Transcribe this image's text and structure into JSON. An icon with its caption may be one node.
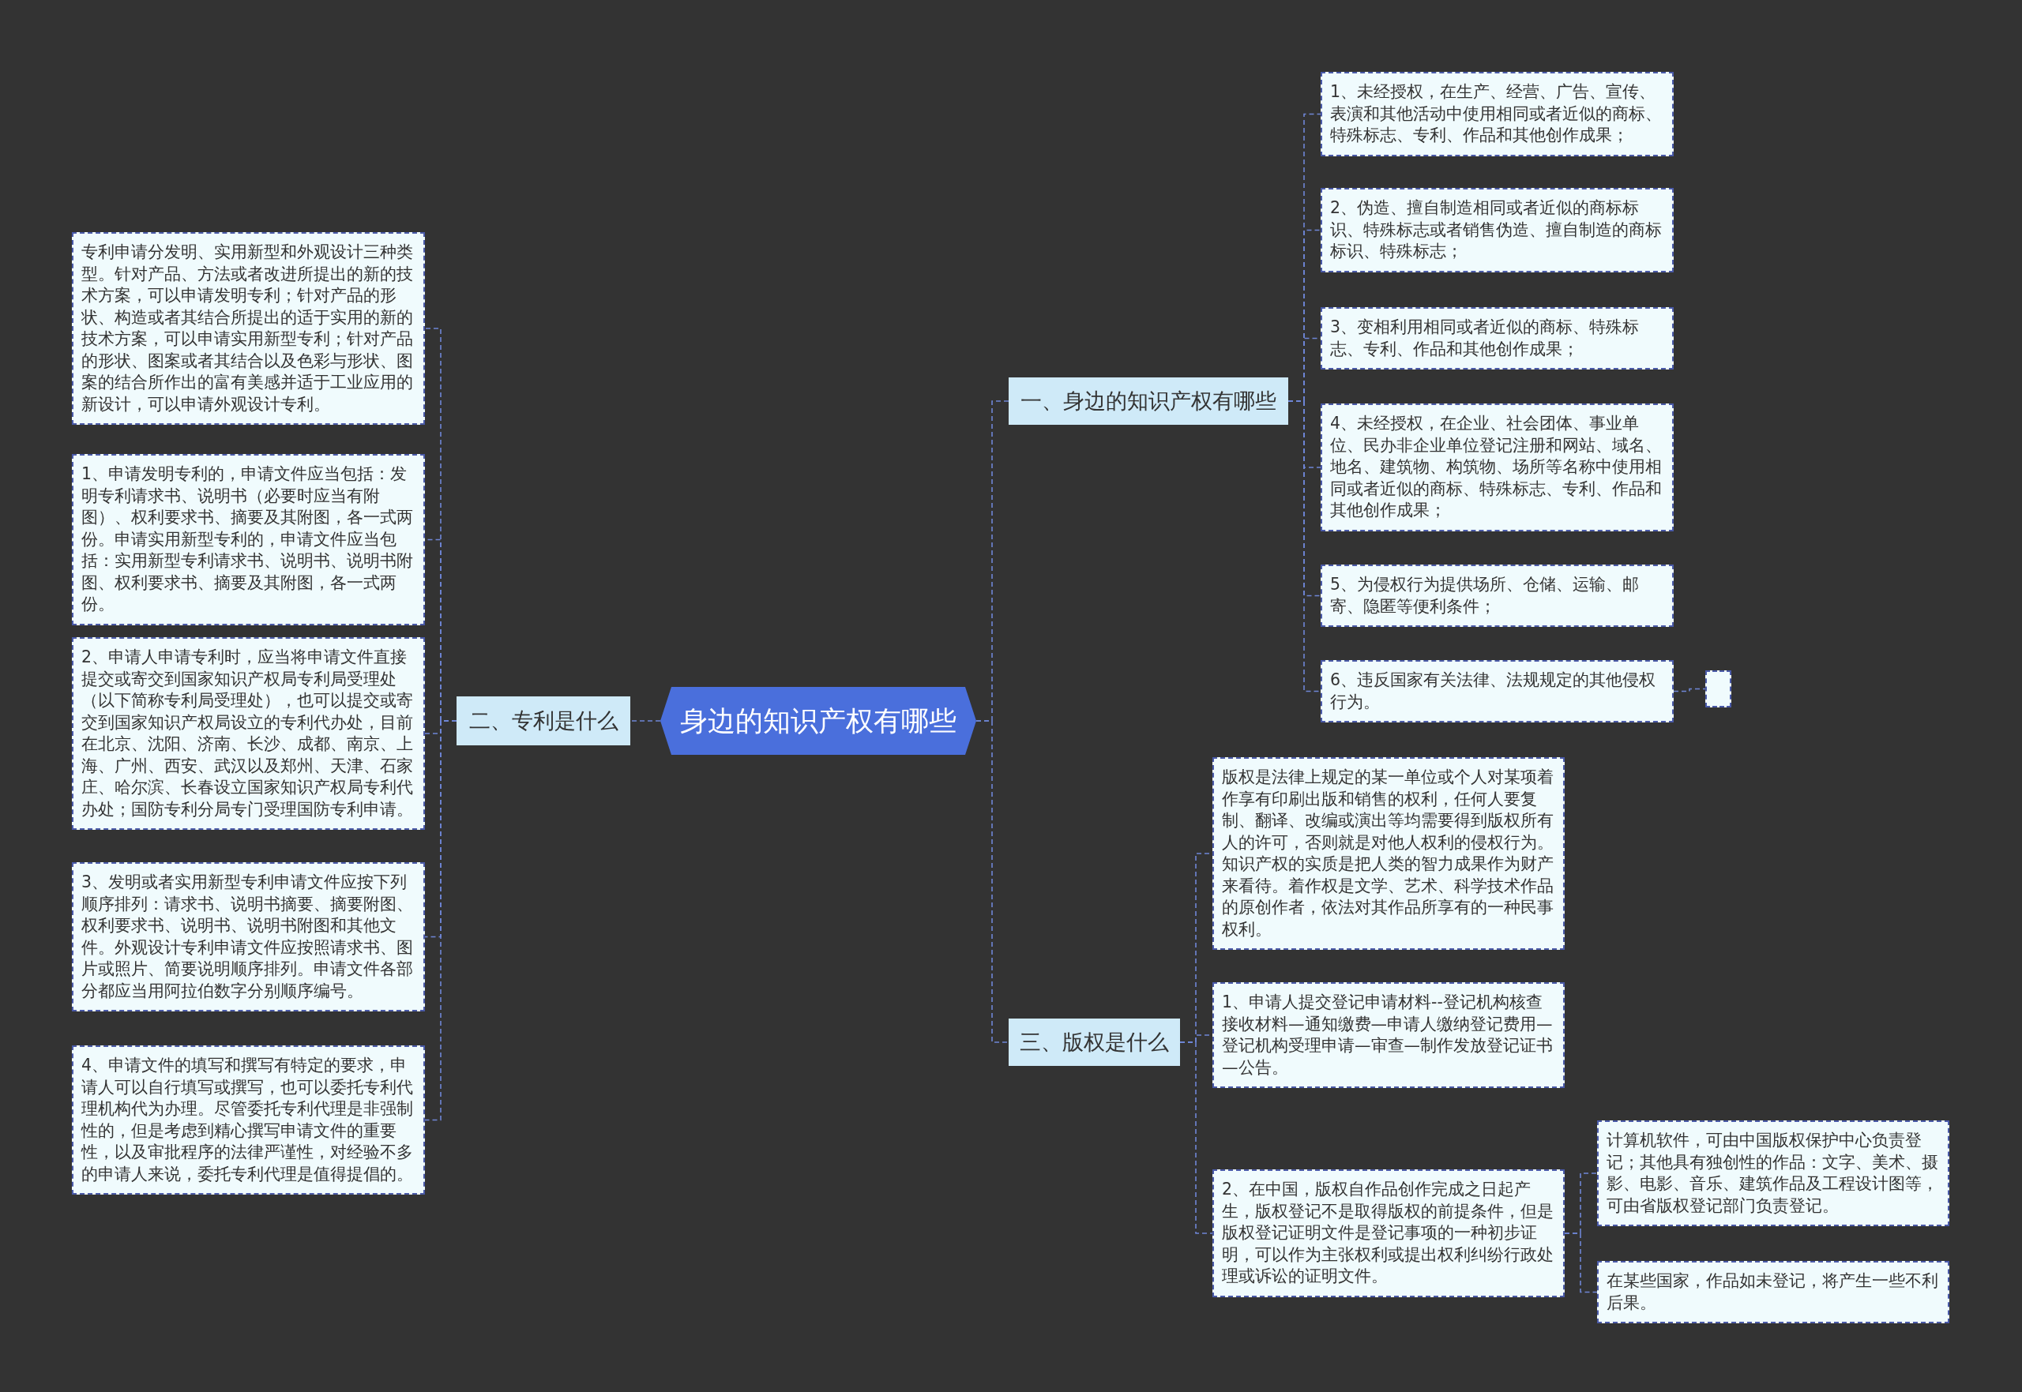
{
  "diagram": {
    "nodes": [
      {
        "text": [
          "身边的知识产权有哪些"
        ]
      },
      {
        "text": [
          "一、身边的知识产权有哪些"
        ]
      },
      {
        "text": [
          "1、未经授权，在生产、经营、广告、宣传、表演和其他活动中使用相同或者近似的商标、特殊标志、专利、作品和其他创作成果；"
        ]
      },
      {
        "text": [
          "2、伪造、擅自制造相同或者近似的商标标识、特殊标志或者销售伪造、擅自制造的商标标识、特殊标志；"
        ]
      },
      {
        "text": [
          "3、变相利用相同或者近似的商标、特殊标志、专利、作品和其他创作成果；"
        ]
      },
      {
        "text": [
          "4、未经授权，在企业、社会团体、事业单位、民办非企业单位登记注册和网站、域名、地名、建筑物、构筑物、场所等名称中使用相同或者近似的商标、特殊标志、专利、作品和其他创作成果；"
        ]
      },
      {
        "text": [
          "5、为侵权行为提供场所、仓储、运输、邮寄、隐匿等便利条件；"
        ]
      },
      {
        "text": [
          "6、违反国家有关法律、法规规定的其他侵权行为。"
        ]
      },
      {
        "text": [],
        "shape": "box"
      },
      {
        "text": [
          "二、专利是什么"
        ]
      },
      {
        "text": [
          "专利申请分发明、实用新型和外观设计三种类型。针对产品、方法或者改进所提出的新的技术方案，可以申请发明专利；针对产品的形状、构造或者其结合所提出的适于实用的新的技术方案，可以申请实用新型专利；针对产品的形状、图案或者其结合以及色彩与形状、图案的结合所作出的富有美感并适于工业应用的新设计，可以申请外观设计专利。"
        ]
      },
      {
        "text": [
          "1、申请发明专利的，申请文件应当包括：发明专利请求书、说明书（必要时应当有附图）、权利要求书、摘要及其附图，各一式两份。申请实用新型专利的，申请文件应当包括：实用新型专利请求书、说明书、说明书附图、权利要求书、摘要及其附图，各一式两份。"
        ]
      },
      {
        "text": [
          "2、申请人申请专利时，应当将申请文件直接提交或寄交到国家知识产权局专利局受理处（以下简称专利局受理处），也可以提交或寄交到国家知识产权局设立的专利代办处，目前在北京、沈阳、济南、长沙、成都、南京、上海、广州、西安、武汉以及郑州、天津、石家庄、哈尔滨、长春设立国家知识产权局专利代办处；国防专利分局专门受理国防专利申请。"
        ]
      },
      {
        "text": [
          "3、发明或者实用新型专利申请文件应按下列顺序排列：请求书、说明书摘要、摘要附图、权利要求书、说明书、说明书附图和其他文件。外观设计专利申请文件应按照请求书、图片或照片、简要说明顺序排列。申请文件各部分都应当用阿拉伯数字分别顺序编号。"
        ]
      },
      {
        "text": [
          "4、申请文件的填写和撰写有特定的要求，申请人可以自行填写或撰写，也可以委托专利代理机构代为办理。尽管委托专利代理是非强制性的，但是考虑到精心撰写申请文件的重要性，以及审批程序的法律严谨性，对经验不多的申请人来说，委托专利代理是值得提倡的。"
        ]
      },
      {
        "text": [
          "三、版权是什么"
        ]
      },
      {
        "text": [
          "版权是法律上规定的某一单位或个人对某项着作享有印刷出版和销售的权利，任何人要复制、翻译、改编或演出等均需要得到版权所有人的许可，否则就是对他人权利的侵权行为。知识产权的实质是把人类的智力成果作为财产来看待。着作权是文学、艺术、科学技术作品的原创作者，依法对其作品所享有的一种民事权利。"
        ]
      },
      {
        "text": [
          "1、申请人提交登记申请材料--登记机构核查接收材料—通知缴费—申请人缴纳登记费用—登记机构受理申请—审查—制作发放登记证书—公告。"
        ]
      },
      {
        "text": [
          "2、在中国，版权自作品创作完成之日起产生，版权登记不是取得版权的前提条件，但是版权登记证明文件是登记事项的一种初步证明，可以作为主张权利或提出权利纠纷行政处理或诉讼的证明文件。"
        ]
      },
      {
        "text": [
          "计算机软件，可由中国版权保护中心负责登记；其他具有独创性的作品：文字、美术、摄影、电影、音乐、建筑作品及工程设计图等，可由省版权登记部门负责登记。"
        ]
      },
      {
        "text": [
          "在某些国家，作品如未登记，将产生一些不利后果。"
        ]
      }
    ],
    "edges": [
      {
        "from": 0,
        "to": 1,
        "arrow": "none"
      },
      {
        "from": 1,
        "to": 2,
        "arrow": "none"
      },
      {
        "from": 1,
        "to": 3,
        "arrow": "none"
      },
      {
        "from": 1,
        "to": 4,
        "arrow": "none"
      },
      {
        "from": 1,
        "to": 5,
        "arrow": "none"
      },
      {
        "from": 1,
        "to": 6,
        "arrow": "none"
      },
      {
        "from": 1,
        "to": 7,
        "arrow": "none"
      },
      {
        "from": 7,
        "to": 8,
        "arrow": "none"
      },
      {
        "from": 0,
        "to": 9,
        "arrow": "none"
      },
      {
        "from": 9,
        "to": 10,
        "arrow": "none"
      },
      {
        "from": 9,
        "to": 11,
        "arrow": "none"
      },
      {
        "from": 9,
        "to": 12,
        "arrow": "none"
      },
      {
        "from": 9,
        "to": 13,
        "arrow": "none"
      },
      {
        "from": 9,
        "to": 14,
        "arrow": "none"
      },
      {
        "from": 0,
        "to": 15,
        "arrow": "none"
      },
      {
        "from": 15,
        "to": 16,
        "arrow": "none"
      },
      {
        "from": 15,
        "to": 17,
        "arrow": "none"
      },
      {
        "from": 15,
        "to": 18,
        "arrow": "none"
      },
      {
        "from": 18,
        "to": 19,
        "arrow": "none"
      },
      {
        "from": 18,
        "to": 20,
        "arrow": "none"
      }
    ]
  }
}
